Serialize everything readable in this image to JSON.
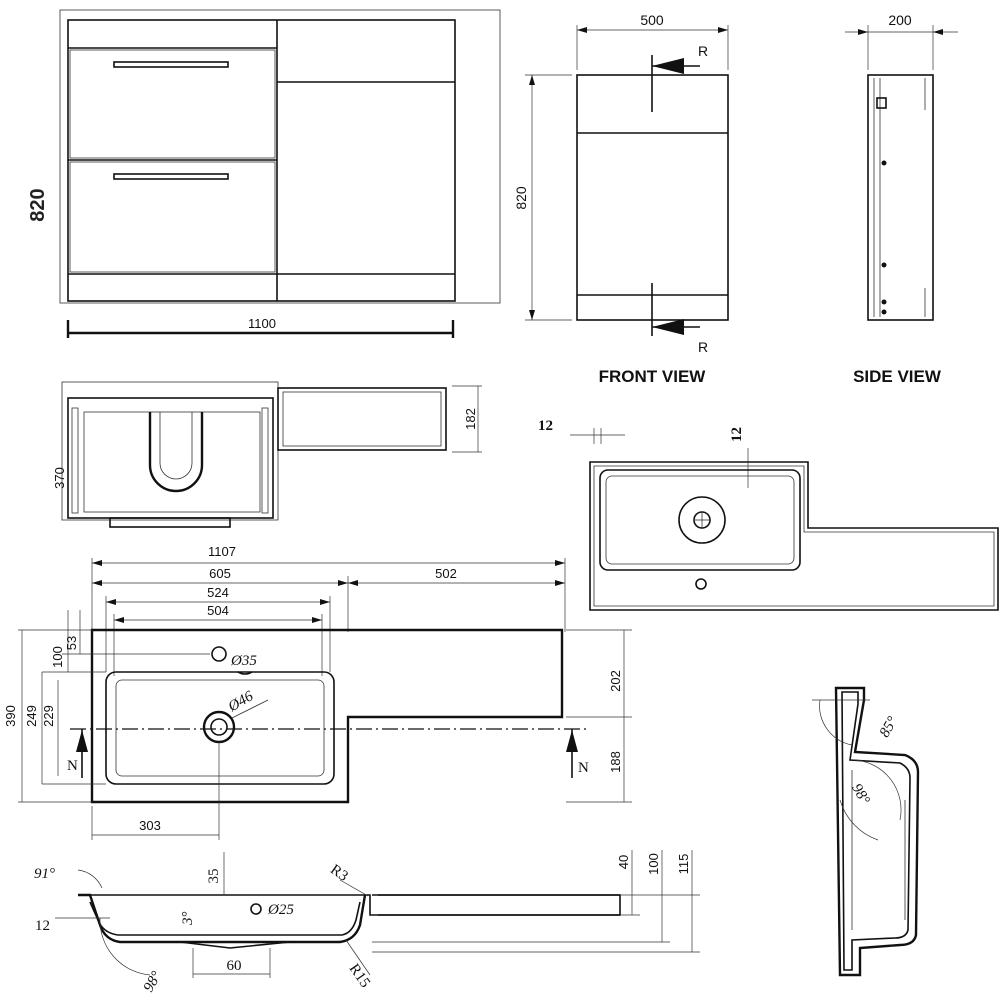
{
  "cabinet_elevation": {
    "height": "820",
    "width": "1100"
  },
  "cabinet_plan": {
    "depth": "370",
    "unit_depth": "182"
  },
  "front_view": {
    "title": "FRONT VIEW",
    "width": "500",
    "height": "820",
    "section_top": "R",
    "section_bottom": "R"
  },
  "side_view": {
    "title": "SIDE VIEW",
    "depth": "200"
  },
  "basin_iso": {
    "rim_x": "12",
    "rim_y": "12"
  },
  "basin_plan": {
    "overall": "1107",
    "bowl_section": "605",
    "shelf": "502",
    "outer_bowl": "524",
    "inner_bowl": "504",
    "tap_from_edge": "53",
    "tap_centre": "100",
    "overall_depth": "390",
    "bowl_depth": "249",
    "inner_depth": "229",
    "shelf_depth": "202",
    "right_depth": "188",
    "waste_offset": "303",
    "tap_hole": "Ø35",
    "waste_hole": "Ø46",
    "section_left": "N",
    "section_right": "N"
  },
  "basin_section": {
    "rim_angle": "91°",
    "rim_thk": "12",
    "wall_angle": "98°",
    "fall_angle": "3°",
    "tap_offset": "35",
    "overflow": "Ø25",
    "waste_width": "60",
    "radius_top": "R3",
    "radius_bottom": "R15",
    "shelf_thk": "40",
    "bowl_h": "100",
    "overall_h": "115"
  },
  "side_section": {
    "angle_top": "85°",
    "angle_wall": "98°"
  }
}
